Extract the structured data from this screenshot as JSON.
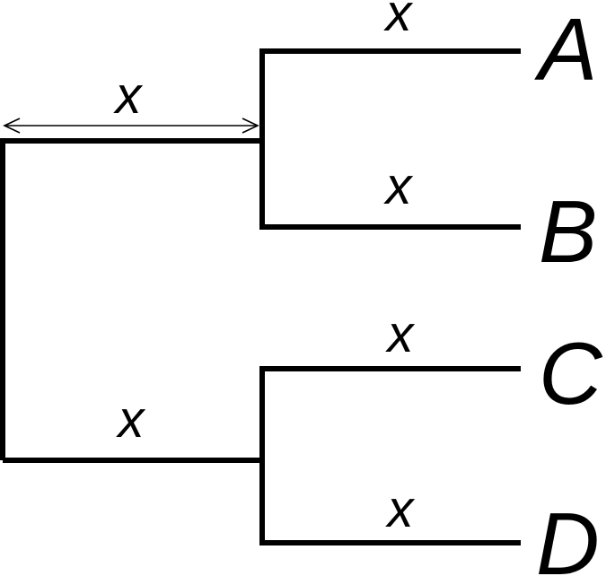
{
  "tree": {
    "taxa": [
      {
        "id": "A",
        "label": "A"
      },
      {
        "id": "B",
        "label": "B"
      },
      {
        "id": "C",
        "label": "C"
      },
      {
        "id": "D",
        "label": "D"
      }
    ],
    "branch_labels": {
      "root_to_ab": "x",
      "root_to_cd": "x",
      "to_a": "x",
      "to_b": "x",
      "to_c": "x",
      "to_d": "x"
    },
    "topology": "((A,B),(C,D))",
    "colors": {
      "line": "#000000",
      "background": "#ffffff"
    }
  }
}
